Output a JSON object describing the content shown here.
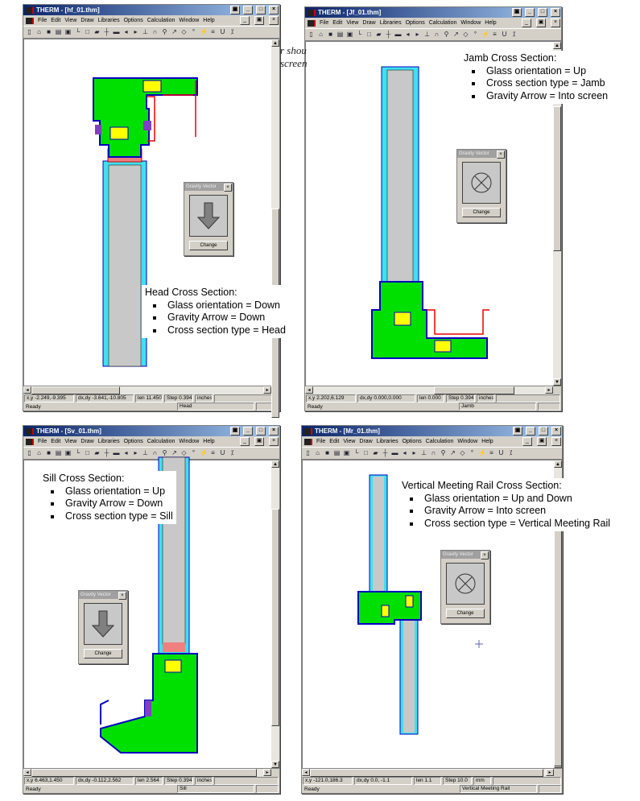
{
  "background_text": [
    "r shou",
    "screen"
  ],
  "menu": [
    "File",
    "Edit",
    "View",
    "Draw",
    "Libraries",
    "Options",
    "Calculation",
    "Window",
    "Help"
  ],
  "toolbar": [
    {
      "name": "new-icon",
      "g": "▯"
    },
    {
      "name": "open-icon",
      "g": "⌂"
    },
    {
      "name": "save-icon",
      "g": "■"
    },
    {
      "name": "print-icon",
      "g": "▤"
    },
    {
      "name": "properties-icon",
      "g": "▣"
    },
    {
      "name": "polygon-icon",
      "g": "└"
    },
    {
      "name": "rectangle-icon",
      "g": "□"
    },
    {
      "name": "fill-void-icon",
      "g": "▰"
    },
    {
      "name": "locate-icon",
      "g": "┼"
    },
    {
      "name": "boundary-icon",
      "g": "▬"
    },
    {
      "name": "insert-point-icon",
      "g": "◂"
    },
    {
      "name": "move-point-icon",
      "g": "▸"
    },
    {
      "name": "perpendicular-icon",
      "g": "⊥"
    },
    {
      "name": "arc-icon",
      "g": "∩"
    },
    {
      "name": "zoom-icon",
      "g": "⚲"
    },
    {
      "name": "pick-icon",
      "g": "↗"
    },
    {
      "name": "rotate-icon",
      "g": "◇"
    },
    {
      "name": "units-toggle-icon",
      "g": "°"
    },
    {
      "name": "calculate-icon",
      "g": "⚡"
    },
    {
      "name": "results-icon",
      "g": "≡"
    },
    {
      "name": "u-factor-icon",
      "g": "U"
    },
    {
      "name": "ratio-icon",
      "g": "⁒"
    }
  ],
  "windows": [
    {
      "title": "THERM - [hf_01.thm]",
      "xy": "x,y -2.249,-9.395",
      "dxdy": "dx,dy -3.641,-10.805",
      "len": "len 11.450",
      "step": "Step 0.394",
      "units": "inches",
      "status": "Ready",
      "section": "Head"
    },
    {
      "title": "THERM - [Jf_01.thm]",
      "xy": "x,y 2.202,6.129",
      "dxdy": "dx,dy 0.000,0.000",
      "len": "len 0.000",
      "step": "Step 0.394",
      "units": "inches",
      "status": "Ready",
      "section": "Jamb"
    },
    {
      "title": "THERM - [Sv_01.thm]",
      "xy": "x,y 6.463,1.450",
      "dxdy": "dx,dy -0.112,2.562",
      "len": "len 2.564",
      "step": "Step 0.394",
      "units": "inches",
      "status": "Ready",
      "section": "Sill"
    },
    {
      "title": "THERM - [Mr_01.thm]",
      "xy": "x,y -121.0,186.3",
      "dxdy": "dx,dy  0.0, -1.1",
      "len": "len  1.1",
      "step": "Step  10.0",
      "units": "mm",
      "status": "Ready",
      "section": "Vertical Meeting Rail"
    }
  ],
  "gravity_dialogs": [
    {
      "title": "Gravity Vector",
      "button": "Change",
      "arrow": "down-arrow-icon"
    },
    {
      "title": "Gravity Vector",
      "button": "Change",
      "arrow": "into-screen-icon"
    },
    {
      "title": "Gravity Vector",
      "button": "Change",
      "arrow": "down-arrow-icon"
    },
    {
      "title": "Gravity Vector",
      "button": "Change",
      "arrow": "into-screen-icon"
    }
  ],
  "notes": [
    {
      "heading": "Head Cross Section:",
      "items": [
        "Glass orientation = Down",
        "Gravity Arrow = Down",
        "Cross section type = Head"
      ]
    },
    {
      "heading": "Jamb Cross Section:",
      "items": [
        "Glass orientation = Up",
        "Cross section type = Jamb",
        "Gravity Arrow = Into screen"
      ]
    },
    {
      "heading": "Sill Cross Section:",
      "items": [
        "Glass orientation = Up",
        "Gravity Arrow = Down",
        "Cross section type = Sill"
      ]
    },
    {
      "heading": "Vertical Meeting Rail Cross Section:",
      "items": [
        "Glass orientation = Up and Down",
        "Gravity Arrow = Into screen",
        "Cross section type = Vertical Meeting Rail"
      ]
    }
  ],
  "colors": {
    "frame": "#00e000",
    "outline": "#0000c0",
    "thermal_break": "#ffff00",
    "glass_edge": "#40e0f0",
    "glass": "#c8c8c8",
    "gasket": "#f08080",
    "boundary": "#e00000"
  }
}
